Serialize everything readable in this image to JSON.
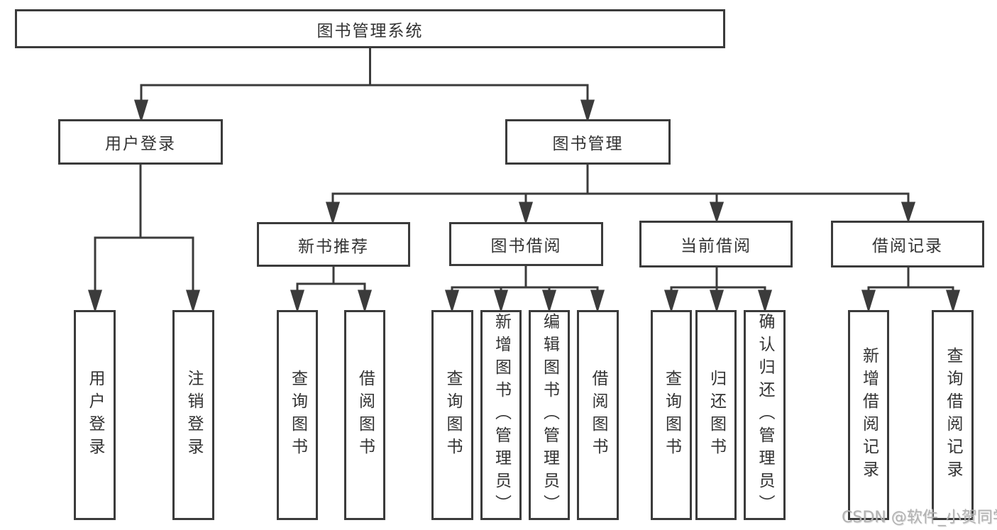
{
  "nodes": {
    "root": "图书管理系统",
    "level2": [
      "用户登录",
      "图书管理"
    ],
    "level3": [
      "新书推荐",
      "图书借阅",
      "当前借阅",
      "借阅记录"
    ],
    "leaves": {
      "user_login": [
        "用户登录",
        "注销登录"
      ],
      "new_book": [
        "查询图书",
        "借阅图书"
      ],
      "book_borrow": [
        "查询图书",
        "新增图书（管理员）",
        "编辑图书（管理员）",
        "借阅图书"
      ],
      "current_borrow": [
        "查询图书",
        "归还图书",
        "确认归还（管理员）"
      ],
      "borrow_record": [
        "新增借阅记录",
        "查询借阅记录"
      ]
    }
  },
  "watermark": "CSDN @软件_小贺同学",
  "colors": {
    "line": "#3b3b3b",
    "text": "#333333",
    "watermark": "#b2b2b2",
    "background": "#ffffff"
  }
}
